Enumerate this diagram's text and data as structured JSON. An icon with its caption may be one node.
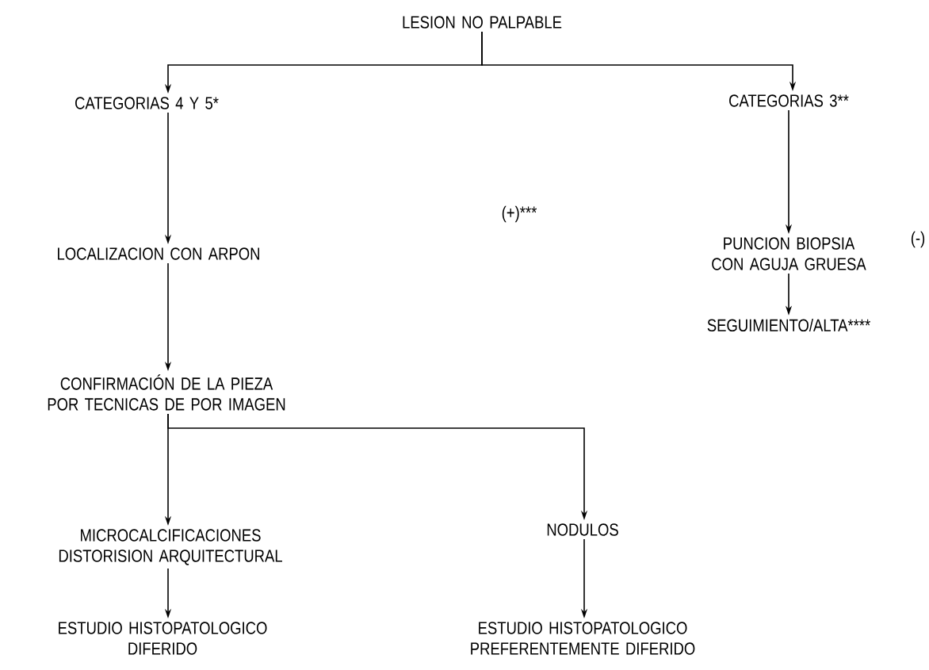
{
  "diagram": {
    "nodes": [
      {
        "text": [
          "LESION NO PALPABLE"
        ]
      },
      {
        "text": [
          "CATEGORIAS 4 Y 5*"
        ]
      },
      {
        "text": [
          "CATEGORIAS 3**"
        ]
      },
      {
        "text": [
          "LOCALIZACION CON ARPON"
        ]
      },
      {
        "text": [
          "PUNCION BIOPSIA CON AGUJA GRUESA"
        ]
      },
      {
        "text": [
          "CONFIRMACIÓN DE LA PIEZA POR TECNICAS DE POR IMAGEN"
        ]
      },
      {
        "text": [
          "SEGUIMIENTO/ALTA****"
        ]
      },
      {
        "text": [
          "MICROCALCIFICACIONES DISTORISION ARQUITECTURAL"
        ]
      },
      {
        "text": [
          "NODULOS"
        ]
      },
      {
        "text": [
          "ESTUDIO HISTOPATOLOGICO DIFERIDO"
        ]
      },
      {
        "text": [
          "ESTUDIO HISTOPATOLOGICO PREFERENTEMENTE DIFERIDO"
        ]
      }
    ],
    "edges": [
      {
        "from": 0,
        "to": 1,
        "arrow": "to"
      },
      {
        "from": 0,
        "to": 2,
        "arrow": "to"
      },
      {
        "from": 1,
        "to": 3,
        "arrow": "to"
      },
      {
        "from": 2,
        "to": 4,
        "arrow": "to"
      },
      {
        "from": 3,
        "to": 5,
        "arrow": "to"
      },
      {
        "from": 4,
        "to": 6,
        "arrow": "to"
      },
      {
        "from": 5,
        "to": 7,
        "arrow": "to"
      },
      {
        "from": 5,
        "to": 8,
        "arrow": "to"
      },
      {
        "from": 7,
        "to": 9,
        "arrow": "to"
      },
      {
        "from": 8,
        "to": 10,
        "arrow": "to"
      }
    ],
    "labels": [
      "(+)***",
      "(-)"
    ]
  }
}
